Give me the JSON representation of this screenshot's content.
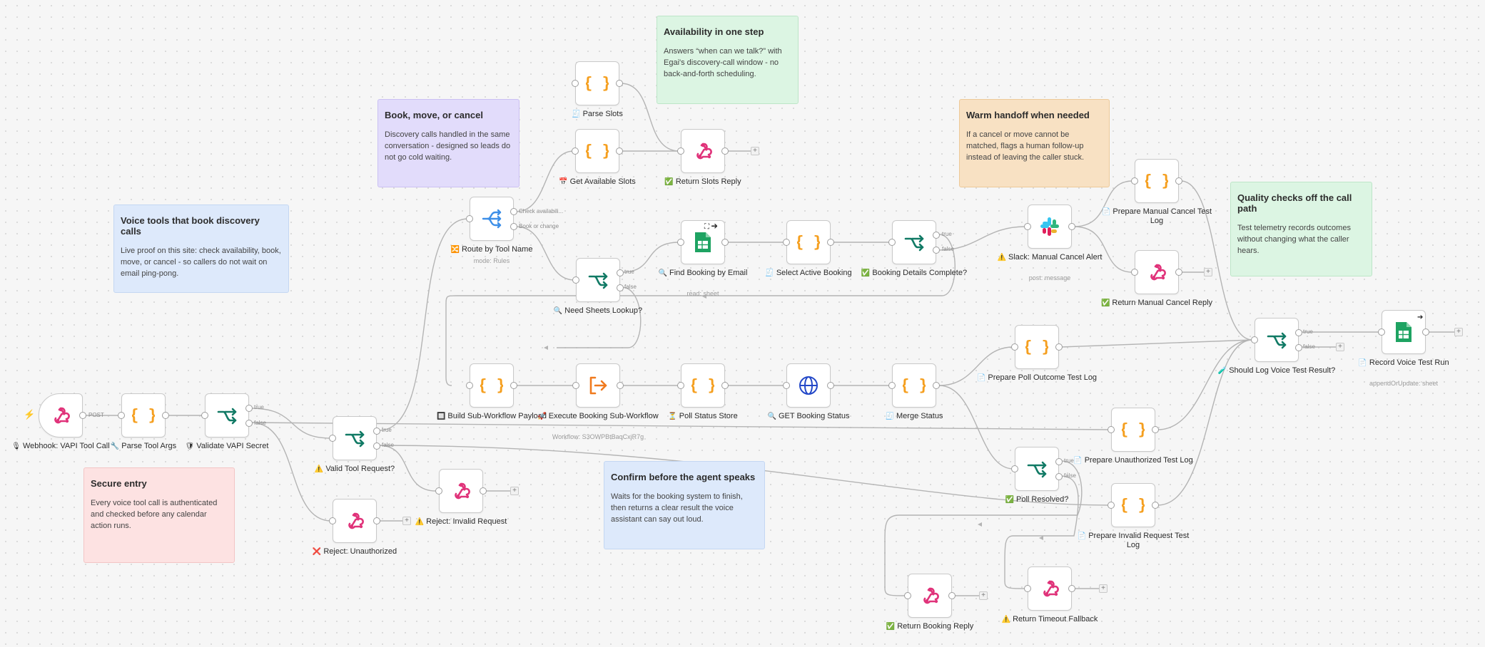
{
  "notes": [
    {
      "key": "voice",
      "title": "Voice tools that book discovery calls",
      "body": "Live proof on this site: check availability, book, move, or cancel - so callers do not wait on email ping-pong.",
      "color": "blue"
    },
    {
      "key": "book",
      "title": "Book, move, or cancel",
      "body": "Discovery calls handled in the same conversation - designed so leads do not go cold waiting.",
      "color": "purple"
    },
    {
      "key": "avail",
      "title": "Availability in one step",
      "body": "Answers “when can we talk?” with Egai's discovery-call window - no back-and-forth scheduling.",
      "color": "green"
    },
    {
      "key": "warm",
      "title": "Warm handoff when needed",
      "body": "If a cancel or move cannot be matched, flags a human follow-up instead of leaving the caller stuck.",
      "color": "orange"
    },
    {
      "key": "quality",
      "title": "Quality checks off the call path",
      "body": "Test telemetry records outcomes without changing what the caller hears.",
      "color": "green"
    },
    {
      "key": "secure",
      "title": "Secure entry",
      "body": "Every voice tool call is authenticated and checked before any calendar action runs.",
      "color": "red"
    },
    {
      "key": "confirm",
      "title": "Confirm before the agent speaks",
      "body": "Waits for the booking system to finish, then returns a clear result the voice assistant can say out loud.",
      "color": "blue"
    }
  ],
  "nodes": [
    {
      "key": "webhook",
      "label": "Webhook: VAPI Tool Call",
      "prefix": "🎙",
      "icon": "webhook-icon",
      "sub": "",
      "trigger": true
    },
    {
      "key": "parse",
      "label": "Parse Tool Args",
      "prefix": "🔧",
      "icon": "code-icon",
      "sub": ""
    },
    {
      "key": "validate",
      "label": "Validate VAPI Secret",
      "prefix": "🛡",
      "icon": "if-icon",
      "sub": ""
    },
    {
      "key": "validtool",
      "label": "Valid Tool Request?",
      "prefix": "⚠️",
      "icon": "if-icon",
      "sub": ""
    },
    {
      "key": "rejunauth",
      "label": "Reject: Unauthorized",
      "prefix": "❌",
      "icon": "webhook-icon",
      "sub": ""
    },
    {
      "key": "rejinvalid",
      "label": "Reject: Invalid Request",
      "prefix": "⚠️",
      "icon": "webhook-icon",
      "sub": ""
    },
    {
      "key": "route",
      "label": "Route by Tool Name",
      "prefix": "🔀",
      "icon": "switch-icon",
      "sub": "mode: Rules"
    },
    {
      "key": "parseslots",
      "label": "Parse Slots",
      "prefix": "🧾",
      "icon": "code-icon",
      "sub": ""
    },
    {
      "key": "getslots",
      "label": "Get Available Slots",
      "prefix": "📅",
      "icon": "code-icon",
      "sub": ""
    },
    {
      "key": "retslots",
      "label": "Return Slots Reply",
      "prefix": "✅",
      "icon": "webhook-icon",
      "sub": ""
    },
    {
      "key": "needsheets",
      "label": "Need Sheets Lookup?",
      "prefix": "🔍",
      "icon": "if-icon",
      "sub": ""
    },
    {
      "key": "findbooking",
      "label": "Find Booking by Email",
      "prefix": "🔍",
      "icon": "sheets-icon",
      "sub": "read: sheet"
    },
    {
      "key": "selactive",
      "label": "Select Active Booking",
      "prefix": "🧾",
      "icon": "code-icon",
      "sub": ""
    },
    {
      "key": "bookcomplete",
      "label": "Booking Details Complete?",
      "prefix": "✅",
      "icon": "if-icon",
      "sub": ""
    },
    {
      "key": "slack",
      "label": "Slack: Manual Cancel Alert",
      "prefix": "⚠️",
      "icon": "slack-icon",
      "sub": "post: message"
    },
    {
      "key": "prepmanual",
      "label": "Prepare Manual Cancel Test Log",
      "prefix": "📄",
      "icon": "code-icon",
      "sub": ""
    },
    {
      "key": "retmanual",
      "label": "Return Manual Cancel Reply",
      "prefix": "✅",
      "icon": "webhook-icon",
      "sub": ""
    },
    {
      "key": "buildsub",
      "label": "Build Sub-Workflow Payload",
      "prefix": "🔲",
      "icon": "code-icon",
      "sub": ""
    },
    {
      "key": "execsub",
      "label": "Execute Booking Sub-Workflow",
      "prefix": "🚀",
      "icon": "exec-icon",
      "sub": "Workflow: S3OWPBtBaqCxjR7g"
    },
    {
      "key": "pollstore",
      "label": "Poll Status Store",
      "prefix": "⏳",
      "icon": "code-icon",
      "sub": ""
    },
    {
      "key": "getstatus",
      "label": "GET Booking Status",
      "prefix": "🔍",
      "icon": "globe-icon",
      "sub": ""
    },
    {
      "key": "merge",
      "label": "Merge Status",
      "prefix": "🧾",
      "icon": "code-icon",
      "sub": ""
    },
    {
      "key": "preppoll",
      "label": "Prepare Poll Outcome Test Log",
      "prefix": "📄",
      "icon": "code-icon",
      "sub": ""
    },
    {
      "key": "pollresolved",
      "label": "Poll Resolved?",
      "prefix": "✅",
      "icon": "if-icon",
      "sub": ""
    },
    {
      "key": "prepunauth",
      "label": "Prepare Unauthorized Test Log",
      "prefix": "📄",
      "icon": "code-icon",
      "sub": ""
    },
    {
      "key": "prepinvalid",
      "label": "Prepare Invalid Request Test Log",
      "prefix": "📄",
      "icon": "code-icon",
      "sub": ""
    },
    {
      "key": "shouldlog",
      "label": "Should Log Voice Test Result?",
      "prefix": "🧪",
      "icon": "if-icon",
      "sub": ""
    },
    {
      "key": "recordvoice",
      "label": "Record Voice Test Run",
      "prefix": "📄",
      "icon": "sheets-icon",
      "sub": "appendOrUpdate: sheet"
    },
    {
      "key": "retbooking",
      "label": "Return Booking Reply",
      "prefix": "✅",
      "icon": "webhook-icon",
      "sub": ""
    },
    {
      "key": "rettimeout",
      "label": "Return Timeout Fallback",
      "prefix": "⚠️",
      "icon": "webhook-icon",
      "sub": ""
    }
  ],
  "port_labels": {
    "post": "POST",
    "true": "true",
    "false": "false",
    "check": "Check availabili...",
    "bookchange": "Book or change"
  },
  "colors": {
    "webhook": "#e0337a",
    "code": "#f59f1f",
    "ifnode": "#117a65",
    "switch": "#3d8fe8",
    "sheets": "#1ea362",
    "globe": "#2348c8",
    "exec": "#f07a1e",
    "edge": "#b4b4b4"
  }
}
